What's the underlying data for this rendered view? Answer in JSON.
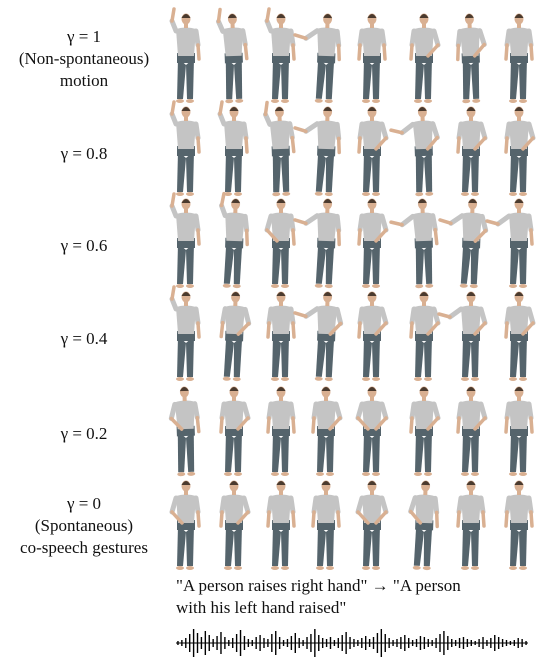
{
  "rows": [
    {
      "gamma": "γ = 1",
      "lines": [
        "(Non-spontaneous)",
        "motion"
      ],
      "poses": [
        {
          "r": "up",
          "l": "down",
          "lean": 0
        },
        {
          "r": "up",
          "l": "down",
          "lean": -2
        },
        {
          "r": "up",
          "l": "down",
          "lean": 0
        },
        {
          "r": "out",
          "l": "down",
          "lean": 2
        },
        {
          "r": "down",
          "l": "down",
          "lean": 0
        },
        {
          "r": "down",
          "l": "hip",
          "lean": 0
        },
        {
          "r": "down",
          "l": "hip",
          "lean": -2
        },
        {
          "r": "down",
          "l": "down",
          "lean": 0
        }
      ]
    },
    {
      "gamma": "γ = 0.8",
      "lines": [],
      "poses": [
        {
          "r": "up",
          "l": "down",
          "lean": 0
        },
        {
          "r": "up",
          "l": "down",
          "lean": 0
        },
        {
          "r": "up",
          "l": "down",
          "lean": -2
        },
        {
          "r": "out",
          "l": "down",
          "lean": 2
        },
        {
          "r": "down",
          "l": "hip",
          "lean": 0
        },
        {
          "r": "out",
          "l": "hip",
          "lean": -2
        },
        {
          "r": "down",
          "l": "hip",
          "lean": 0
        },
        {
          "r": "down",
          "l": "hip",
          "lean": 0
        }
      ]
    },
    {
      "gamma": "γ = 0.6",
      "lines": [],
      "poses": [
        {
          "r": "up",
          "l": "down",
          "lean": 0
        },
        {
          "r": "up",
          "l": "down",
          "lean": 2
        },
        {
          "r": "hip",
          "l": "down",
          "lean": 0
        },
        {
          "r": "out",
          "l": "down",
          "lean": 2
        },
        {
          "r": "down",
          "l": "hip",
          "lean": 0
        },
        {
          "r": "out",
          "l": "down",
          "lean": -2
        },
        {
          "r": "out",
          "l": "hip",
          "lean": 2
        },
        {
          "r": "out",
          "l": "down",
          "lean": 0
        }
      ]
    },
    {
      "gamma": "γ = 0.4",
      "lines": [],
      "poses": [
        {
          "r": "up",
          "l": "down",
          "lean": 0
        },
        {
          "r": "down",
          "l": "hip",
          "lean": 2
        },
        {
          "r": "down",
          "l": "down",
          "lean": 0
        },
        {
          "r": "out",
          "l": "hip",
          "lean": 2
        },
        {
          "r": "down",
          "l": "hip",
          "lean": 0
        },
        {
          "r": "down",
          "l": "hip",
          "lean": 0
        },
        {
          "r": "out",
          "l": "hip",
          "lean": 0
        },
        {
          "r": "down",
          "l": "hip",
          "lean": 0
        }
      ]
    },
    {
      "gamma": "γ = 0.2",
      "lines": [],
      "poses": [
        {
          "r": "hip",
          "l": "down",
          "lean": -2
        },
        {
          "r": "down",
          "l": "hip",
          "lean": 0
        },
        {
          "r": "down",
          "l": "down",
          "lean": 0
        },
        {
          "r": "down",
          "l": "hip",
          "lean": 0
        },
        {
          "r": "hip",
          "l": "hip",
          "lean": 0
        },
        {
          "r": "down",
          "l": "hip",
          "lean": 0
        },
        {
          "r": "down",
          "l": "hip",
          "lean": 0
        },
        {
          "r": "down",
          "l": "down",
          "lean": 0
        }
      ]
    },
    {
      "gamma": "γ = 0",
      "lines": [
        "(Spontaneous)",
        "co-speech gestures"
      ],
      "poses": [
        {
          "r": "hip",
          "l": "down",
          "lean": 0
        },
        {
          "r": "down",
          "l": "hip",
          "lean": 0
        },
        {
          "r": "down",
          "l": "down",
          "lean": 0
        },
        {
          "r": "down",
          "l": "down",
          "lean": 0
        },
        {
          "r": "hip",
          "l": "hip",
          "lean": 0
        },
        {
          "r": "hip",
          "l": "down",
          "lean": 2
        },
        {
          "r": "down",
          "l": "down",
          "lean": 0
        },
        {
          "r": "down",
          "l": "down",
          "lean": 0
        }
      ]
    }
  ],
  "caption": {
    "line1_a": "\"A person raises right hand\"",
    "arrow": "→",
    "line1_b": "\"A person",
    "line2": "with his left hand raised\""
  },
  "colors": {
    "shirt": "#c4c4c4",
    "skin": "#d9b092",
    "jeans": "#55646c",
    "hair": "#4a3a2e",
    "text": "#111111"
  },
  "waveform": {
    "amplitudes": [
      2,
      3,
      5,
      9,
      16,
      10,
      6,
      12,
      8,
      4,
      7,
      11,
      6,
      3,
      5,
      9,
      13,
      7,
      4,
      3,
      6,
      8,
      5,
      4,
      9,
      12,
      6,
      3,
      4,
      7,
      10,
      5,
      3,
      6,
      9,
      14,
      8,
      5,
      4,
      6,
      3,
      5,
      8,
      11,
      6,
      4,
      3,
      5,
      7,
      4,
      6,
      10,
      15,
      9,
      5,
      3,
      4,
      6,
      8,
      5,
      3,
      4,
      7,
      6,
      4,
      3,
      5,
      9,
      12,
      7,
      4,
      3,
      5,
      6,
      4,
      3,
      2,
      4,
      6,
      3,
      5,
      8,
      6,
      4,
      3,
      2,
      3,
      5,
      4,
      2
    ]
  }
}
